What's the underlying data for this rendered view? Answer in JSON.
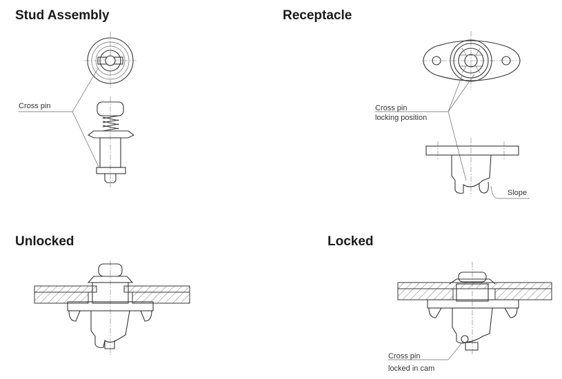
{
  "sections": {
    "stud_assembly": {
      "title": "Stud Assembly",
      "callout": "Cross pin"
    },
    "receptacle": {
      "title": "Receptacle",
      "callout_line1": "Cross pin",
      "callout_line2": "locking position",
      "slope": "Slope"
    },
    "unlocked": {
      "title": "Unlocked"
    },
    "locked": {
      "title": "Locked",
      "callout_line1": "Cross pin",
      "callout_line2": "locked in cam"
    }
  }
}
